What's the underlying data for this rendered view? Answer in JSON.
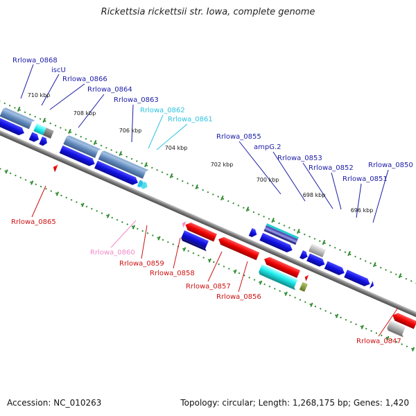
{
  "title": "Rickettsia rickettsii str. Iowa, complete genome",
  "footer": {
    "accession": "Accession: NC_010263",
    "summary": "Topology: circular; Length: 1,268,175 bp; Genes: 1,420"
  },
  "colors": {
    "backbone": "#8a8a8a",
    "forward_label": "#1a1aa6",
    "reverse_label": "#cc1111",
    "cyan_label": "#2cc4e0",
    "pink_label": "#f08ac8",
    "tick": "#2e8b2e"
  },
  "ticks": [
    {
      "label": "710 kbp"
    },
    {
      "label": "708 kbp"
    },
    {
      "label": "706 kbp"
    },
    {
      "label": "704 kbp"
    },
    {
      "label": "702 kbp"
    },
    {
      "label": "700 kbp"
    },
    {
      "label": "698 kbp"
    },
    {
      "label": "696 kbp"
    }
  ],
  "forward_genes": [
    {
      "label": "Rrlowa_0868",
      "color": "#1a1aa6"
    },
    {
      "label": "iscU",
      "color": "#1a1aa6"
    },
    {
      "label": "Rrlowa_0866",
      "color": "#1a1aa6"
    },
    {
      "label": "Rrlowa_0864",
      "color": "#1a1aa6"
    },
    {
      "label": "Rrlowa_0863",
      "color": "#1a1aa6"
    },
    {
      "label": "Rrlowa_0862",
      "color": "#2cc4e0"
    },
    {
      "label": "Rrlowa_0861",
      "color": "#2cc4e0"
    },
    {
      "label": "Rrlowa_0855",
      "color": "#1a1aa6"
    },
    {
      "label": "ampG.2",
      "color": "#1a1aa6"
    },
    {
      "label": "Rrlowa_0853",
      "color": "#1a1aa6"
    },
    {
      "label": "Rrlowa_0852",
      "color": "#1a1aa6"
    },
    {
      "label": "Rrlowa_0851",
      "color": "#1a1aa6"
    },
    {
      "label": "Rrlowa_0850",
      "color": "#1a1aa6"
    }
  ],
  "reverse_genes": [
    {
      "label": "Rrlowa_0865",
      "color": "#cc1111"
    },
    {
      "label": "Rrlowa_0860",
      "color": "#f08ac8"
    },
    {
      "label": "Rrlowa_0859",
      "color": "#cc1111"
    },
    {
      "label": "Rrlowa_0858",
      "color": "#cc1111"
    },
    {
      "label": "Rrlowa_0857",
      "color": "#cc1111"
    },
    {
      "label": "Rrlowa_0856",
      "color": "#cc1111"
    },
    {
      "label": "Rrlowa_0847",
      "color": "#cc1111"
    }
  ]
}
